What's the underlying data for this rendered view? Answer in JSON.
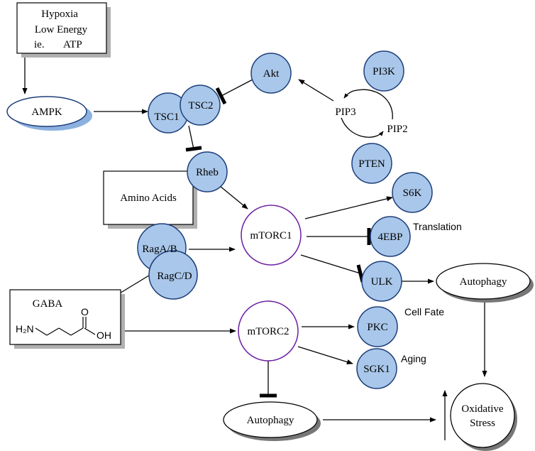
{
  "boxes": {
    "hypoxia": [
      "Hypoxia",
      "Low Energy",
      "ie.",
      "ATP"
    ],
    "amino_acids": "Amino Acids",
    "gaba": {
      "title": "GABA",
      "amine": "H₂N",
      "oxygen": "O",
      "hydroxyl": "OH"
    }
  },
  "nodes": {
    "ampk": "AMPK",
    "tsc1": "TSC1",
    "tsc2": "TSC2",
    "akt": "Akt",
    "pi3k": "PI3K",
    "pip3": "PIP3",
    "pip2": "PIP2",
    "pten": "PTEN",
    "rheb": "Rheb",
    "s6k": "S6K",
    "ebp4": "4EBP",
    "raga_b": "RagA/B",
    "ragc_d": "RagC/D",
    "mtorc1": "mTORC1",
    "mtorc2": "mTORC2",
    "ulk": "ULK",
    "pkc": "PKC",
    "sgk1": "SGK1",
    "autophagy_right": "Autophagy",
    "autophagy_bottom": "Autophagy",
    "oxidative_stress": [
      "Oxidative",
      "Stress"
    ]
  },
  "annotations": {
    "translation": "Translation",
    "cell_fate": "Cell Fate",
    "aging": "Aging"
  },
  "colors": {
    "protein_fill": "#a9c7ea",
    "protein_stroke": "#1e3f7a",
    "complex_stroke": "#6b1fa3",
    "ampk_shadow": "#8cb1e0",
    "line": "#000000"
  }
}
